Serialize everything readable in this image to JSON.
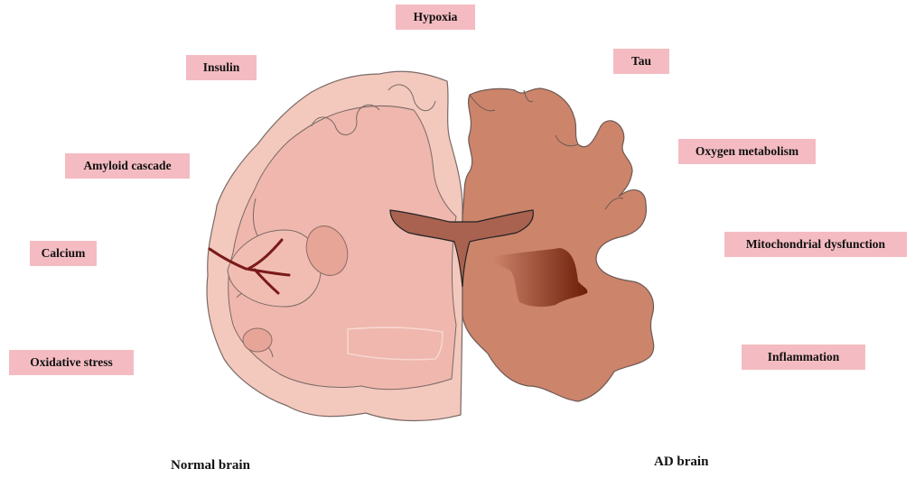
{
  "labels": {
    "hypoxia": "Hypoxia",
    "insulin": "Insulin",
    "tau": "Tau",
    "amyloid_cascade": "Amyloid cascade",
    "oxygen_metabolism": "Oxygen metabolism",
    "calcium": "Calcium",
    "mitochondrial_dysfunction": "Mitochondrial dysfunction",
    "oxidative_stress": "Oxidative stress",
    "inflammation": "Inflammation"
  },
  "captions": {
    "normal_brain": "Normal brain",
    "ad_brain": "AD brain"
  },
  "colors": {
    "tag_fill": "#f4bcc2",
    "normal_outer": "#f3c8bd",
    "normal_inner": "#efb7ad",
    "ad_fill": "#cc846b",
    "ventricle": "#a8624f",
    "vessel": "#7a1a1a",
    "lesion_dark": "#7a2a10"
  }
}
